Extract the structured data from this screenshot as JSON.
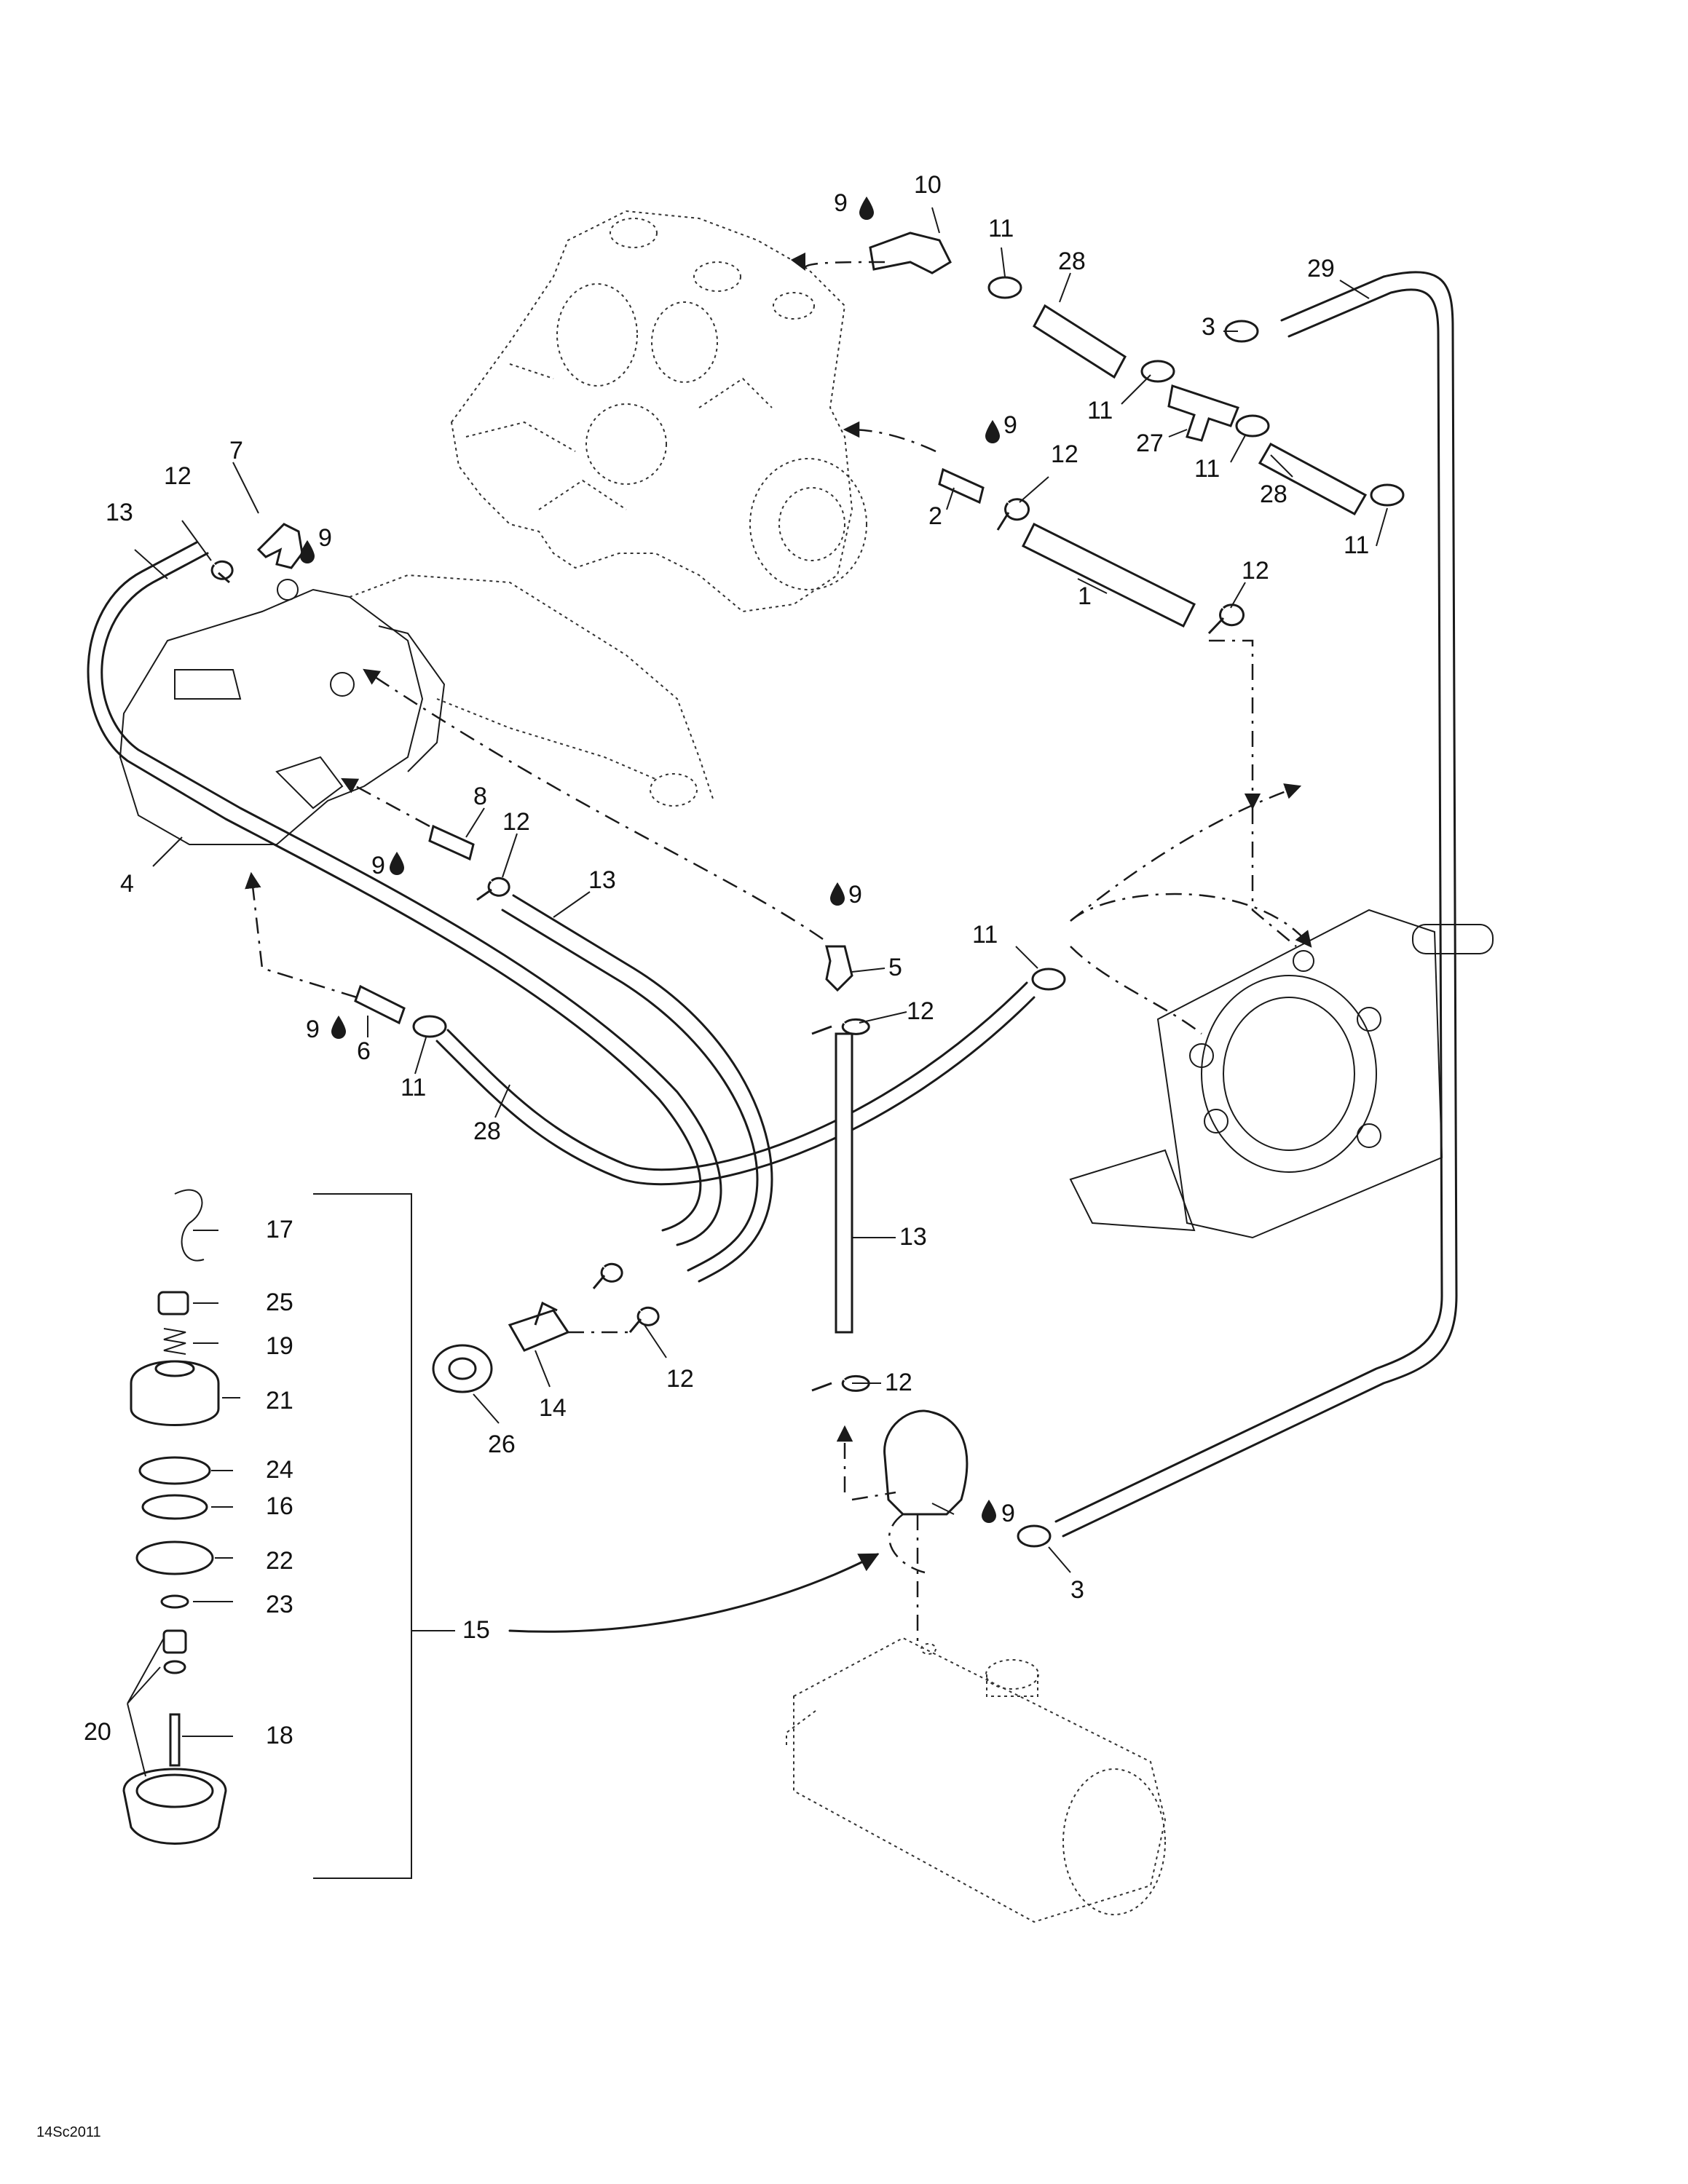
{
  "diagram": {
    "reference_code": "14Sc2011",
    "lubricant_symbol": "drop-icon",
    "callouts": {
      "c1": "1",
      "c2": "2",
      "c3a": "3",
      "c3b": "3",
      "c4": "4",
      "c5": "5",
      "c6": "6",
      "c7": "7",
      "c8": "8",
      "c9a": "9",
      "c9b": "9",
      "c9c": "9",
      "c9d": "9",
      "c9e": "9",
      "c9f": "9",
      "c9g": "9",
      "c10": "10",
      "c11a": "11",
      "c11b": "11",
      "c11c": "11",
      "c11d": "11",
      "c11e": "11",
      "c11f": "11",
      "c12a": "12",
      "c12b": "12",
      "c12c": "12",
      "c12d": "12",
      "c12e": "12",
      "c12f": "12",
      "c12g": "12",
      "c13a": "13",
      "c13b": "13",
      "c13c": "13",
      "c14": "14",
      "c15": "15",
      "c16": "16",
      "c17": "17",
      "c18": "18",
      "c19": "19",
      "c20": "20",
      "c21": "21",
      "c22": "22",
      "c23": "23",
      "c24": "24",
      "c25": "25",
      "c26": "26",
      "c27": "27",
      "c28a": "28",
      "c28b": "28",
      "c28c": "28",
      "c29": "29"
    }
  }
}
